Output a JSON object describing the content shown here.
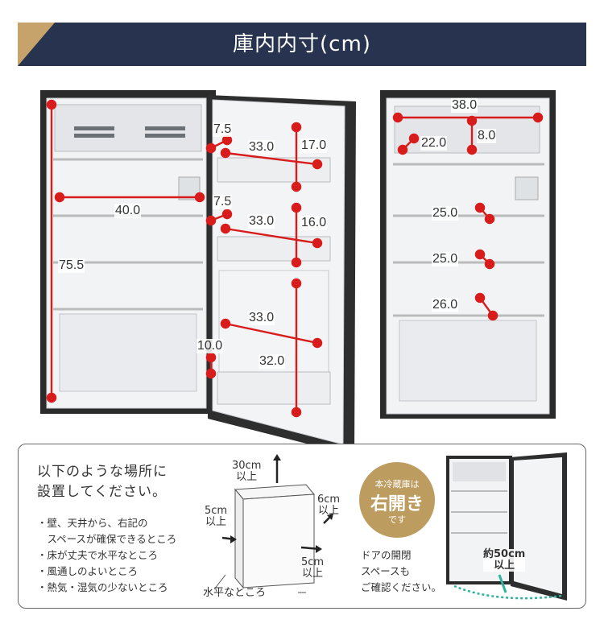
{
  "title": "庫内内寸(cm)",
  "colors": {
    "banner": "#28344f",
    "accent_gold": "#c6a36a",
    "dimension_red": "#d81c1c"
  },
  "left_fridge": {
    "height": "75.5",
    "width": "40.0",
    "door_pocket_1": {
      "width": "33.0",
      "height": "17.0",
      "depth": "7.5"
    },
    "door_pocket_2": {
      "width": "33.0",
      "height": "16.0",
      "depth": "7.5"
    },
    "door_pocket_3": {
      "width": "33.0",
      "height": "32.0",
      "depth": "10.0"
    }
  },
  "right_fridge": {
    "freezer_width": "38.0",
    "freezer_depth": "22.0",
    "freezer_height": "8.0",
    "shelf_depths": [
      "25.0",
      "25.0",
      "26.0"
    ]
  },
  "install": {
    "heading_line1": "以下のような場所に",
    "heading_line2": "設置してください。",
    "conditions": [
      "・壁、天井から、右記の",
      "　スペースが確保できるところ",
      "・床が丈夫で水平なところ",
      "・風通しのよいところ",
      "・熱気・湿気の少ないところ"
    ],
    "clearance_top_value": "30cm",
    "clearance_top_suffix": "以上",
    "clearance_left_value": "5cm",
    "clearance_left_suffix": "以上",
    "clearance_right_value": "6cm",
    "clearance_right_suffix": "以上",
    "clearance_back_value": "5cm",
    "clearance_back_suffix": "以上",
    "floor_label": "水平なところ"
  },
  "badge": {
    "top": "本冷蔵庫は",
    "main": "右開き",
    "bottom": "です"
  },
  "door_note": [
    "ドアの開閉",
    "スペースも",
    "ご確認ください。"
  ],
  "door_open": {
    "value": "約50cm",
    "suffix": "以上"
  }
}
